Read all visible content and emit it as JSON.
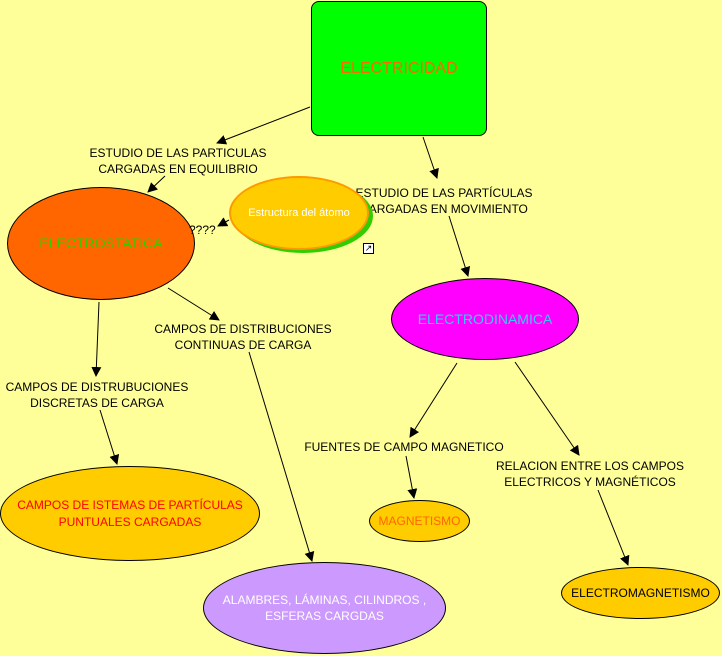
{
  "map": {
    "root": {
      "text": "ELECTRICIDAD",
      "fill": "#00ff00",
      "text_color": "#ff6600"
    },
    "electrostatica": {
      "text": "ELECTROSTATICA",
      "fill": "#ff6600",
      "text_color": "#33cc00"
    },
    "atomo": {
      "text": "Estructura del átomo",
      "fill": "#ffcc00",
      "shadow": "#33cc00",
      "text_color": "#ffffff"
    },
    "electrodinamica": {
      "text": "ELECTRODINAMICA",
      "fill": "#ff00ff",
      "text_color": "#33ccff"
    },
    "sistemas": {
      "line1": "CAMPOS DE ISTEMAS DE PARTÍCULAS",
      "line2": "PUNTUALES CARGADAS",
      "fill": "#ffcc00",
      "text_color": "#ff0000"
    },
    "alambres": {
      "line1": "ALAMBRES, LÁMINAS, CILINDROS ,",
      "line2": "ESFERAS CARGDAS",
      "fill": "#cc99ff",
      "text_color": "#ffffff"
    },
    "magnetismo": {
      "text": "MAGNETISMO",
      "fill": "#ffcc00",
      "text_color": "#ff6600"
    },
    "electromagnetismo": {
      "text": "ELECTROMAGNETISMO",
      "fill": "#ffcc00",
      "text_color": "#000000"
    }
  },
  "links": {
    "equilibrio": {
      "line1": "ESTUDIO DE LAS PARTICULAS",
      "line2": "CARGADAS EN EQUILIBRIO"
    },
    "movimiento": {
      "line1": "ESTUDIO DE LAS PARTÍCULAS",
      "line2": "CARGADAS EN MOVIMIENTO"
    },
    "question": {
      "text": "????"
    },
    "discretas": {
      "line1": "CAMPOS DE DISTRUBUCIONES",
      "line2": "DISCRETAS DE CARGA"
    },
    "continuas": {
      "line1": "CAMPOS DE DISTRIBUCIONES",
      "line2": "CONTINUAS DE CARGA"
    },
    "fuentes": {
      "text": "FUENTES DE CAMPO MAGNETICO"
    },
    "relacion": {
      "line1": "RELACION ENTRE LOS CAMPOS",
      "line2": "ELECTRICOS Y MAGNÉTICOS"
    }
  },
  "icons": {
    "shortcut": "shortcut-arrow-icon"
  }
}
